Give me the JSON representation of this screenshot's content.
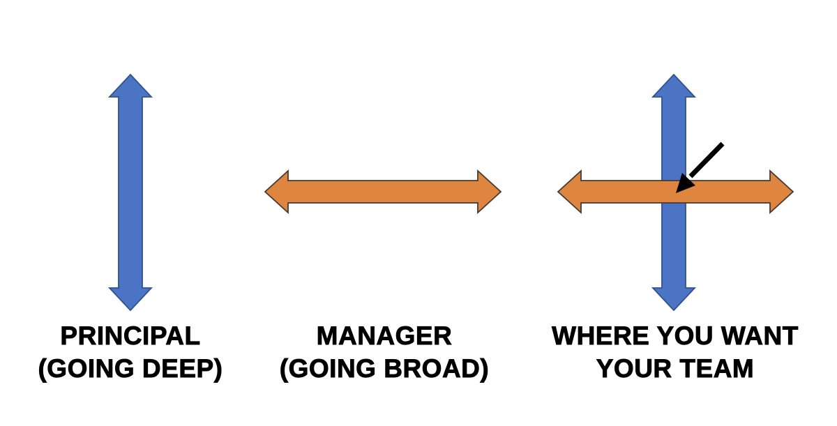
{
  "background": "#ffffff",
  "colors": {
    "background": "#ffffff",
    "blue_fill": "#4C74C4",
    "blue_stroke": "#2F528F",
    "orange_fill": "#DE8540",
    "orange_stroke": "#433A35",
    "pointer_color": "#000000",
    "label_color": "#000000"
  },
  "items": [
    {
      "id": "principal",
      "arrow": "vertical-double-arrow",
      "arrow_color": "blue",
      "label_line1": "PRINCIPAL",
      "label_line2": "(GOING DEEP)"
    },
    {
      "id": "manager",
      "arrow": "horizontal-double-arrow",
      "arrow_color": "orange",
      "label_line1": "MANAGER",
      "label_line2": "(GOING BROAD)"
    },
    {
      "id": "team",
      "arrow": "crossed-double-arrows-with-pointer",
      "arrow_color": "blue-and-orange",
      "label_line1": "WHERE YOU WANT",
      "label_line2": "YOUR TEAM"
    }
  ]
}
